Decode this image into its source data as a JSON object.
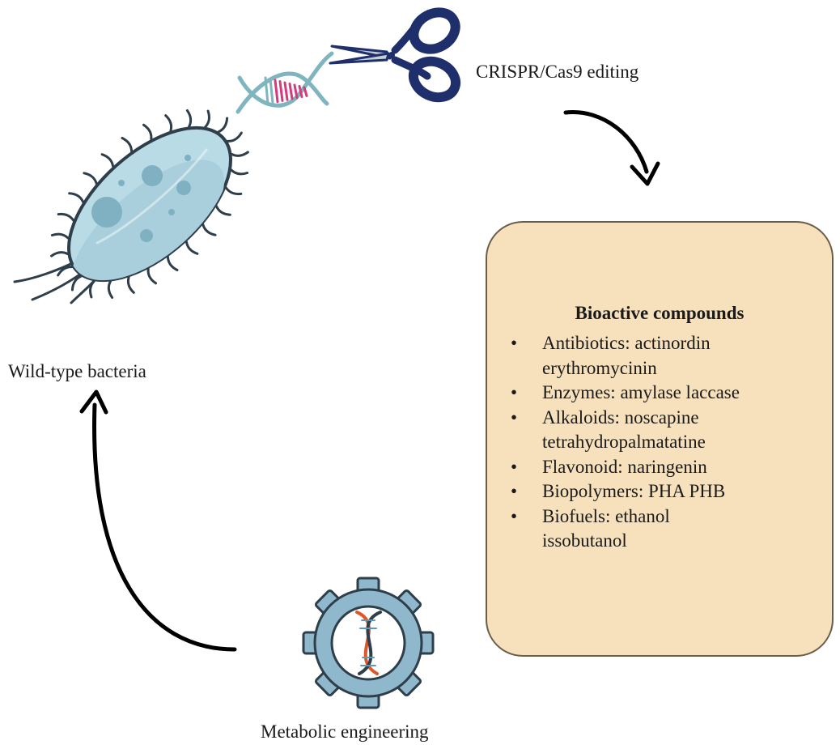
{
  "labels": {
    "crispr": "CRISPR/Cas9 editing",
    "wild_type": "Wild-type bacteria",
    "metabolic": "Metabolic engineering"
  },
  "box": {
    "title": "Bioactive compounds",
    "items": [
      {
        "line1": "Antibiotics: actinordin",
        "line2": "erythromycinin"
      },
      {
        "line1": "Enzymes: amylase laccase",
        "line2": ""
      },
      {
        "line1": "Alkaloids: noscapine",
        "line2": "tetrahydropalmatatine"
      },
      {
        "line1": "Flavonoid: naringenin",
        "line2": ""
      },
      {
        "line1": "Biopolymers: PHA PHB",
        "line2": ""
      },
      {
        "line1": "Biofuels: ethanol",
        "line2": "issobutanol"
      }
    ]
  },
  "icons": [
    "bacterium-icon",
    "dna-helix-icon",
    "scissors-icon",
    "gear-dna-icon",
    "arrow-icon"
  ],
  "colors": {
    "box_fill": "#f7e1bd",
    "box_border": "#6a5d4a",
    "bacterium_fill": "#b9dbe6",
    "bacterium_spots": "#7fb1c2",
    "scissors_handle": "#1f2f6b",
    "dna_pink": "#d63a7c",
    "dna_teal": "#7fb5bf",
    "gear_fill": "#8fb8cc",
    "arrow": "#000000"
  }
}
